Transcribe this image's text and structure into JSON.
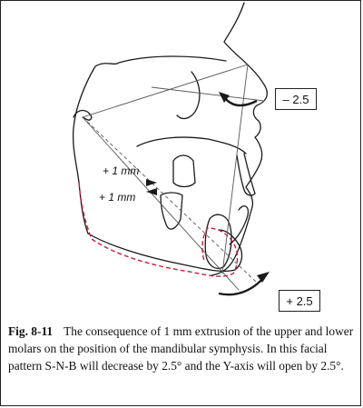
{
  "figure": {
    "label": "Fig. 8-11",
    "caption": "The consequence of 1 mm extrusion of the upper and lower molars on the position of the mandibular symphysis. In this facial pattern S-N-B will decrease by 2.5° and the Y-axis will open by 2.5°.",
    "upper_value": "– 2.5",
    "lower_value": "+ 2.5",
    "upper_molar_label": "+ 1 mm",
    "lower_molar_label": "+ 1 mm",
    "colors": {
      "ink": "#1a1a1a",
      "dashed_outline": "#c8203a"
    }
  }
}
